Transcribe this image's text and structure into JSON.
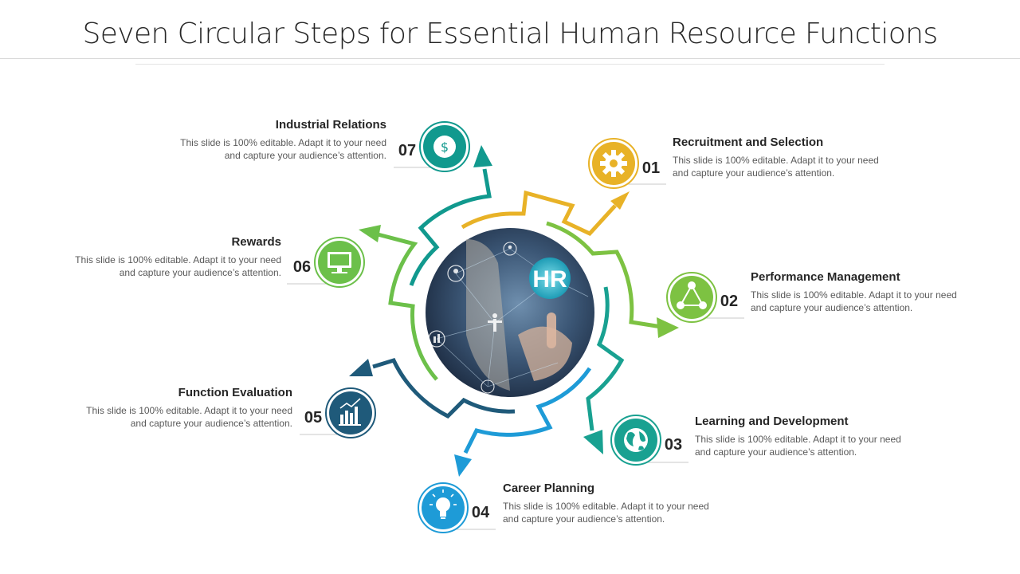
{
  "title": "Seven Circular Steps for Essential Human Resource Functions",
  "center_label": "HR",
  "colors": {
    "yellow": "#e8b227",
    "lime": "#7dc242",
    "teal": "#19a191",
    "darkblue": "#1f5a7a",
    "sky": "#1e9bd7",
    "green": "#6cc04a",
    "teal2": "#11998e"
  },
  "steps": [
    {
      "number": "01",
      "title": "Recruitment and Selection",
      "text": "This slide is 100% editable. Adapt it to your need and capture your audience’s attention.",
      "icon": "gear-icon"
    },
    {
      "number": "02",
      "title": "Performance Management",
      "text": "This slide is 100% editable. Adapt it to your need and capture your audience’s attention.",
      "icon": "cycle-icon"
    },
    {
      "number": "03",
      "title": "Learning and Development",
      "text": "This slide is 100% editable. Adapt it to your need and capture your audience’s attention.",
      "icon": "globe-icon"
    },
    {
      "number": "04",
      "title": "Career Planning",
      "text": "This slide is 100% editable. Adapt it to your need and capture your audience’s attention.",
      "icon": "lightbulb-icon"
    },
    {
      "number": "05",
      "title": "Function Evaluation",
      "text": "This slide is 100% editable. Adapt it to your need and capture your audience’s attention.",
      "icon": "bar-chart-icon"
    },
    {
      "number": "06",
      "title": "Rewards",
      "text": "This slide is 100% editable. Adapt it to your need and capture your audience’s attention.",
      "icon": "monitor-icon"
    },
    {
      "number": "07",
      "title": "Industrial Relations",
      "text": "This slide is 100% editable. Adapt it to your need and capture your audience’s attention.",
      "icon": "dollar-icon"
    }
  ]
}
